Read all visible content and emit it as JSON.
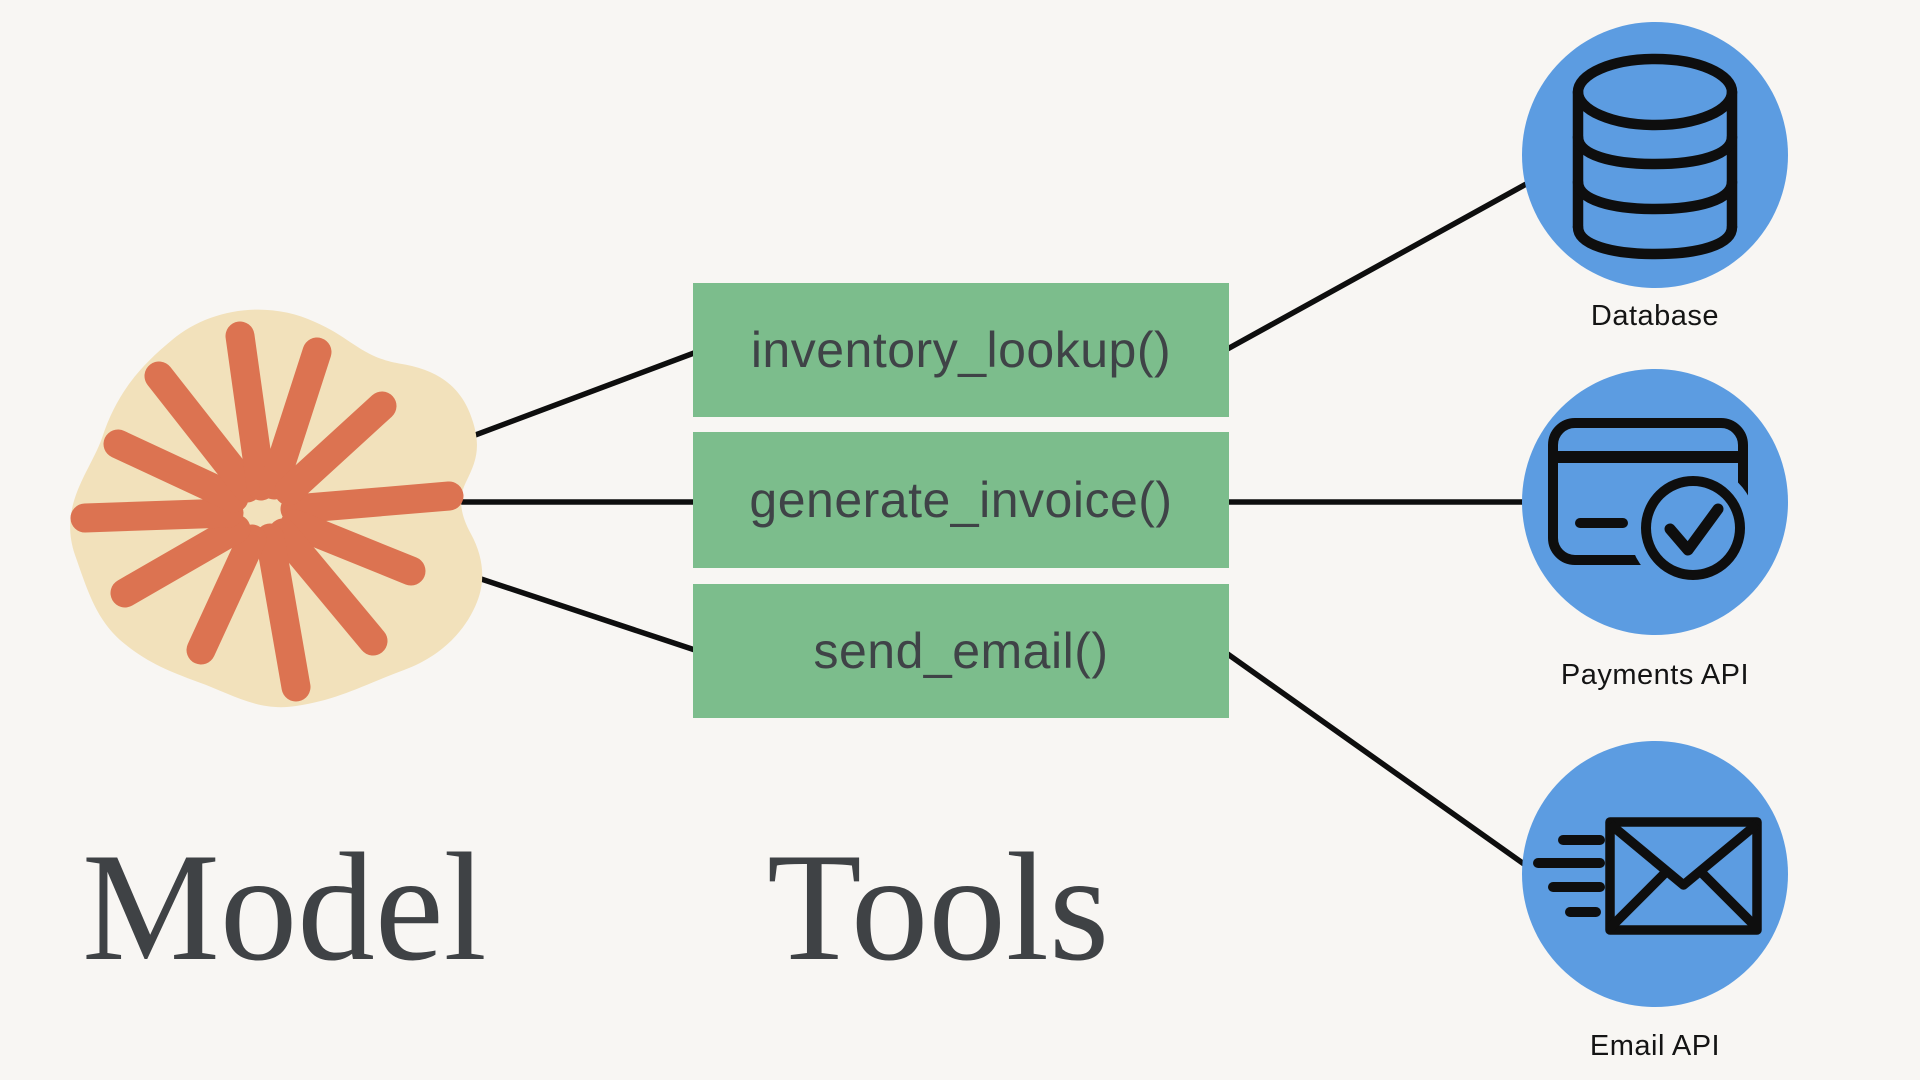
{
  "diagram": {
    "model": {
      "label": "Model"
    },
    "tools": {
      "label": "Tools",
      "functions": [
        "inventory_lookup()",
        "generate_invoice()",
        "send_email()"
      ]
    },
    "services": [
      {
        "label": "Database",
        "icon": "database-icon"
      },
      {
        "label": "Payments API",
        "icon": "credit-card-check-icon"
      },
      {
        "label": "Email API",
        "icon": "email-send-icon"
      }
    ],
    "connections": [
      {
        "from": "Model",
        "to": "inventory_lookup()"
      },
      {
        "from": "Model",
        "to": "generate_invoice()"
      },
      {
        "from": "Model",
        "to": "send_email()"
      },
      {
        "from": "inventory_lookup()",
        "to": "Database"
      },
      {
        "from": "generate_invoice()",
        "to": "Payments API"
      },
      {
        "from": "send_email()",
        "to": "Email API"
      }
    ],
    "colors": {
      "background": "#F8F6F3",
      "tool_box_green": "#7CBD8C",
      "tool_text_gray": "#3F4347",
      "service_circle_blue": "#5C9CE1",
      "model_blob_cream": "#F2E1BB",
      "model_star_orange": "#DC7351",
      "connector_black": "#0E0E0E",
      "heading_gray": "#3F4245",
      "label_black": "#141414"
    }
  }
}
